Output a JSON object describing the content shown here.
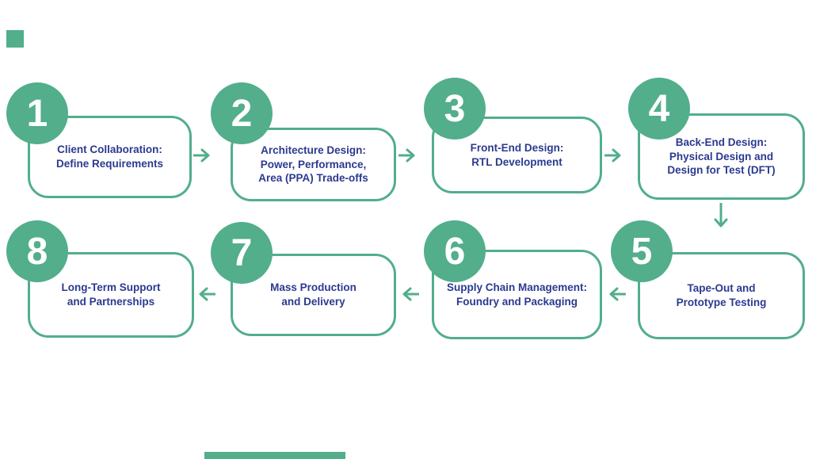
{
  "colors": {
    "green": "#52AE8B",
    "navy": "#2B3A8F",
    "background": "#FFFFFF"
  },
  "steps": [
    {
      "number": "1",
      "label": "Client Collaboration:\nDefine Requirements"
    },
    {
      "number": "2",
      "label": "Architecture Design:\nPower, Performance,\nArea (PPA) Trade-offs"
    },
    {
      "number": "3",
      "label": "Front-End Design:\nRTL Development"
    },
    {
      "number": "4",
      "label": "Back-End Design:\nPhysical Design and\nDesign for Test (DFT)"
    },
    {
      "number": "5",
      "label": "Tape-Out and\nPrototype Testing"
    },
    {
      "number": "6",
      "label": "Supply Chain Management:\nFoundry and Packaging"
    },
    {
      "number": "7",
      "label": "Mass Production\nand Delivery"
    },
    {
      "number": "8",
      "label": "Long-Term Support\nand Partnerships"
    }
  ],
  "arrows": [
    {
      "from": "1",
      "to": "2",
      "direction": "right"
    },
    {
      "from": "2",
      "to": "3",
      "direction": "right"
    },
    {
      "from": "3",
      "to": "4",
      "direction": "right"
    },
    {
      "from": "4",
      "to": "5",
      "direction": "down"
    },
    {
      "from": "5",
      "to": "6",
      "direction": "left"
    },
    {
      "from": "6",
      "to": "7",
      "direction": "left"
    },
    {
      "from": "7",
      "to": "8",
      "direction": "left"
    }
  ]
}
